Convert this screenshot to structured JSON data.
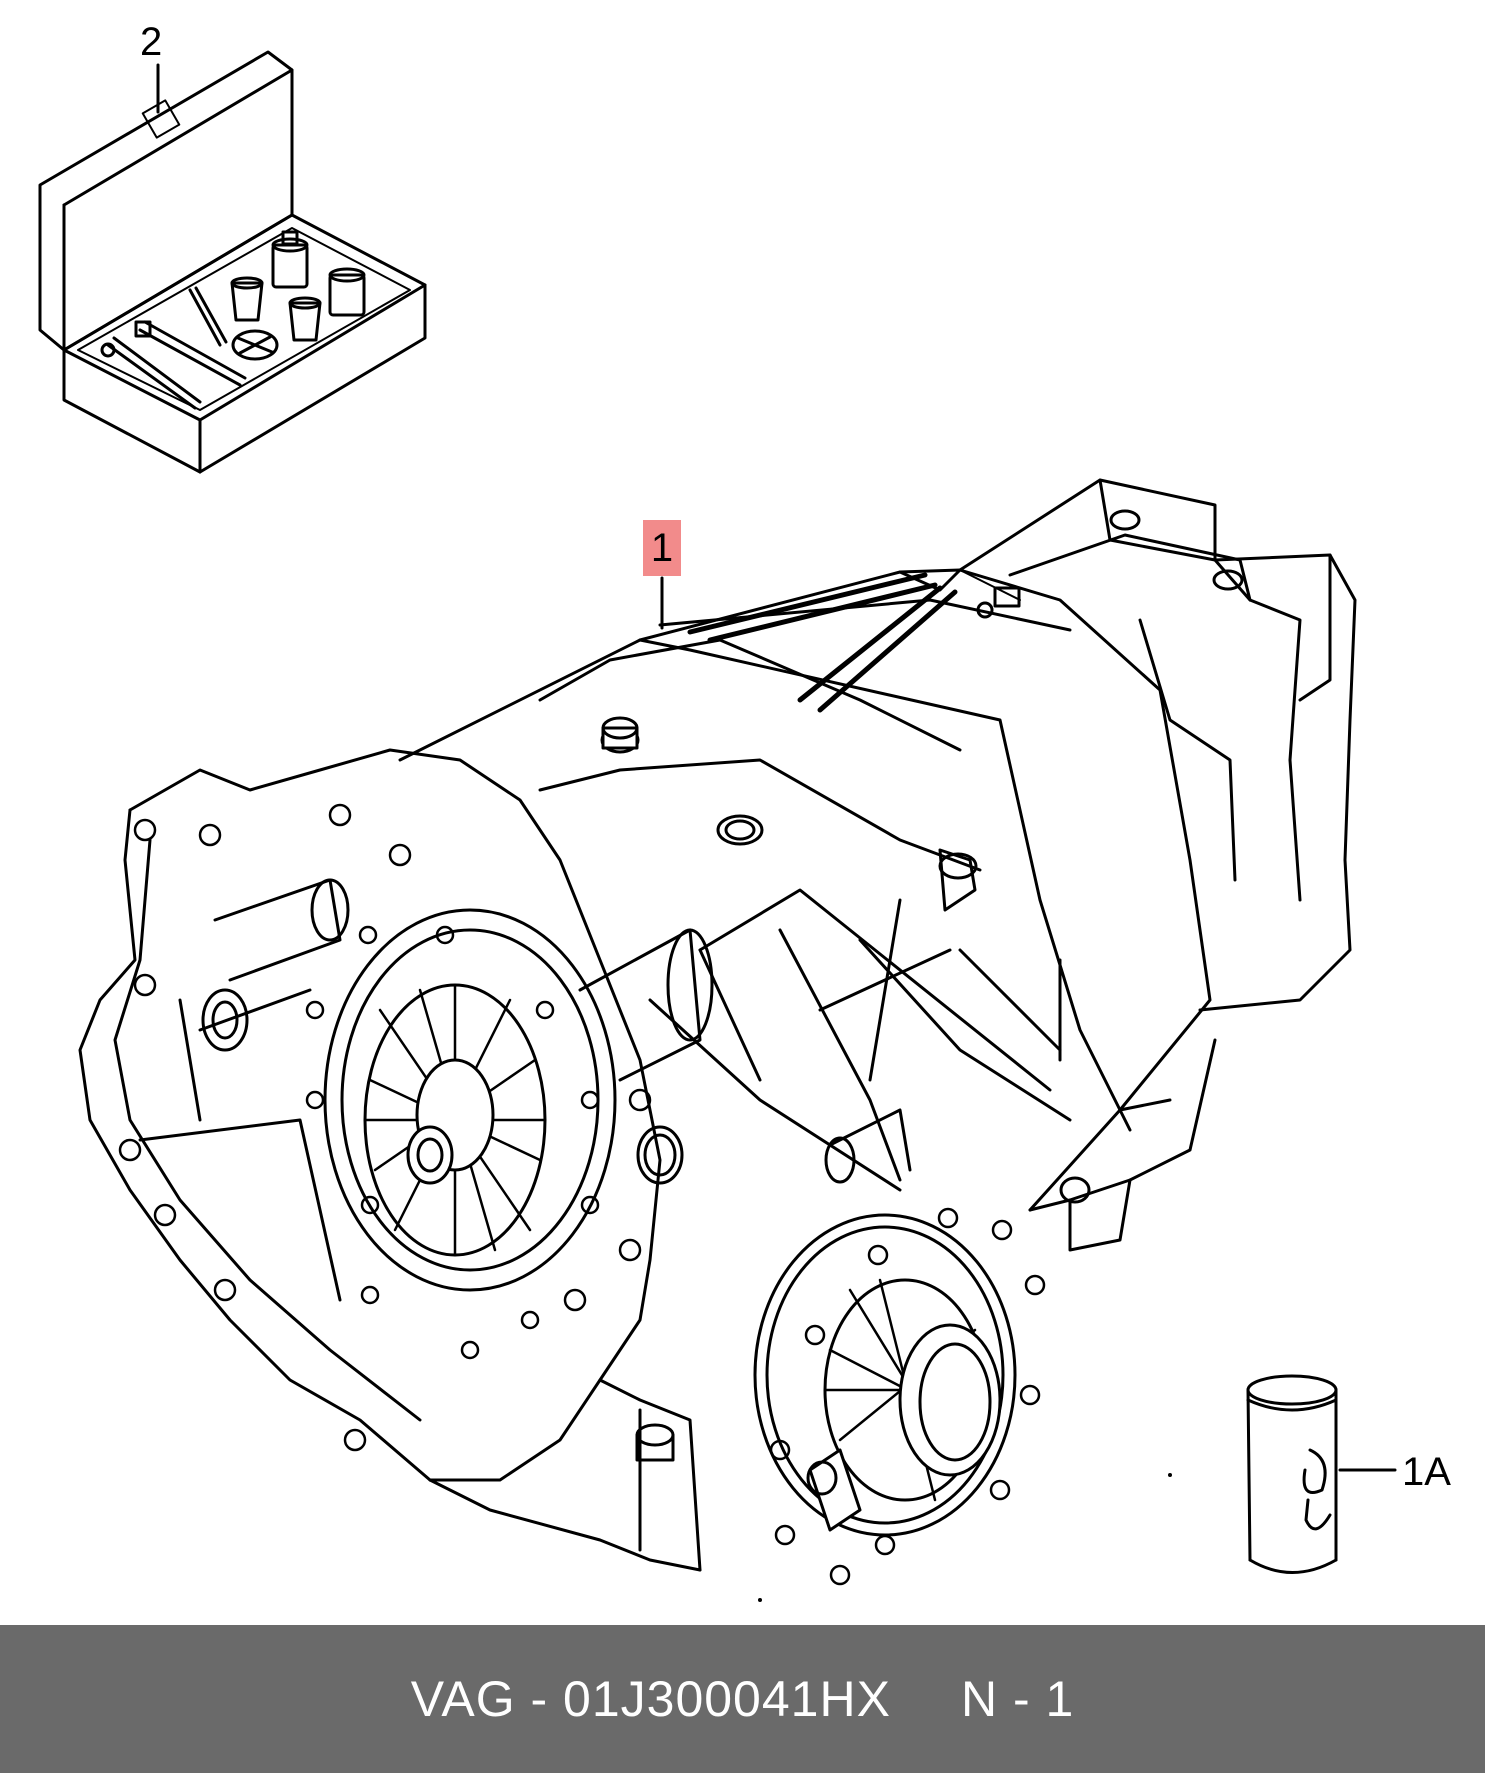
{
  "callouts": {
    "kit": "2",
    "gearbox": "1",
    "fluid_can": "1A"
  },
  "colors": {
    "highlight": "#f28b8b",
    "footer_bg": "#6a6a6a",
    "footer_text": "#ffffff",
    "line": "#000000"
  },
  "footer": {
    "part_code": "VAG - 01J300041HX",
    "position": "N - 1"
  }
}
